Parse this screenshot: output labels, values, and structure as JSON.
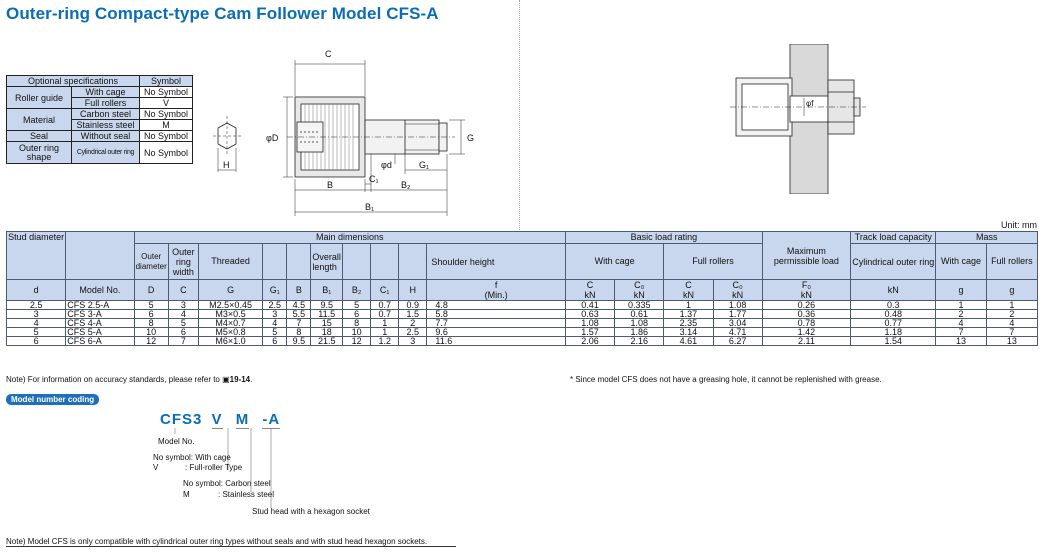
{
  "title": "Outer-ring Compact-type Cam Follower Model CFS-A",
  "options": {
    "headers": [
      "Optional specifications",
      "Symbol"
    ],
    "rows": [
      {
        "group": "Roller guide",
        "spec": "With cage",
        "symbol": "No Symbol"
      },
      {
        "group": "",
        "spec": "Full rollers",
        "symbol": "V"
      },
      {
        "group": "Material",
        "spec": "Carbon steel",
        "symbol": "No Symbol"
      },
      {
        "group": "",
        "spec": "Stainless steel",
        "symbol": "M"
      },
      {
        "group": "Seal",
        "spec": "Without seal",
        "symbol": "No Symbol"
      },
      {
        "group": "Outer ring shape",
        "spec": "Cylindrical outer ring",
        "symbol": "No Symbol"
      }
    ]
  },
  "drawing_labels": {
    "C": "C",
    "phiD": "φD",
    "G": "G",
    "phid": "φd",
    "G1": "G₁",
    "C1": "C₁",
    "B": "B",
    "B2": "B₂",
    "B1": "B₁",
    "H": "H",
    "phif": "φf"
  },
  "unit": "Unit: mm",
  "table": {
    "stud_diameter": "Stud diameter",
    "main_dimensions": "Main dimensions",
    "basic_load_rating": "Basic load rating",
    "max_load": "Maximum permissible load",
    "track_load": "Track load capacity",
    "mass": "Mass",
    "outer_diameter": "Outer diameter",
    "outer_ring_width": "Outer ring width",
    "threaded": "Threaded",
    "overall_length": "Overall length",
    "shoulder_height": "Shoulder height",
    "with_cage": "With cage",
    "full_rollers": "Full rollers",
    "cyl_outer_ring": "Cylindrical outer ring",
    "mass_with_cage": "With cage",
    "mass_full_rollers": "Full rollers",
    "sym": [
      "d",
      "Model No.",
      "D",
      "C",
      "G",
      "G₁",
      "B",
      "B₁",
      "B₂",
      "C₁",
      "H",
      "f",
      "C",
      "C₀",
      "C",
      "C₀",
      "F₀",
      "",
      "",
      ""
    ],
    "units": [
      "",
      "",
      "",
      "",
      "",
      "",
      "",
      "",
      "",
      "",
      "",
      "(Min.)",
      "kN",
      "kN",
      "kN",
      "kN",
      "kN",
      "kN",
      "g",
      "g"
    ],
    "rows": [
      [
        "2.5",
        "CFS 2.5-A",
        "5",
        "3",
        "M2.5×0.45",
        "2.5",
        "4.5",
        "9.5",
        "5",
        "0.7",
        "0.9",
        "4.8",
        "0.41",
        "0.335",
        "1",
        "1.08",
        "0.26",
        "0.3",
        "1",
        "1"
      ],
      [
        "3",
        "CFS 3-A",
        "6",
        "4",
        "M3×0.5",
        "3",
        "5.5",
        "11.5",
        "6",
        "0.7",
        "1.5",
        "5.8",
        "0.63",
        "0.61",
        "1.37",
        "1.77",
        "0.36",
        "0.48",
        "2",
        "2"
      ],
      [
        "4",
        "CFS 4-A",
        "8",
        "5",
        "M4×0.7",
        "4",
        "7",
        "15",
        "8",
        "1",
        "2",
        "7.7",
        "1.08",
        "1.08",
        "2.35",
        "3.04",
        "0.78",
        "0.77",
        "4",
        "4"
      ],
      [
        "5",
        "CFS 5-A",
        "10",
        "6",
        "M5×0.8",
        "5",
        "8",
        "18",
        "10",
        "1",
        "2.5",
        "9.6",
        "1.57",
        "1.86",
        "3.14",
        "4.71",
        "1.42",
        "1.18",
        "7",
        "7"
      ],
      [
        "6",
        "CFS 6-A",
        "12",
        "7",
        "M6×1.0",
        "6",
        "9.5",
        "21.5",
        "12",
        "1.2",
        "3",
        "11.6",
        "2.06",
        "2.16",
        "4.61",
        "6.27",
        "2.11",
        "1.54",
        "13",
        "13"
      ]
    ]
  },
  "note_accuracy_prefix": "Note) For information on accuracy standards, please refer to ",
  "note_accuracy_ref": "19-14",
  "note_accuracy_suffix": ".",
  "note_grease": "* Since model CFS does not have a greasing hole, it cannot be replenished with grease.",
  "model_coding": {
    "badge": "Model number coding",
    "code_main": "CFS3",
    "code_v": "V",
    "code_m": "M",
    "code_a": "-A",
    "model_no": "Model No.",
    "nosym_cage": "No symbol: With cage",
    "v_sym": "V",
    "v_desc": ": Full-roller Type",
    "nosym_carbon": "No symbol: Carbon steel",
    "m_sym": "M",
    "m_desc": ": Stainless steel",
    "hex": "Stud head with a hexagon socket"
  },
  "note_bottom": "Note) Model CFS is only compatible with cylindrical outer ring types without seals and with stud head hexagon sockets.",
  "colors": {
    "title": "#0a6db5",
    "header_bg": "#c9d7ee",
    "badge": "#1f6fb8",
    "code": "#0a6db5"
  }
}
